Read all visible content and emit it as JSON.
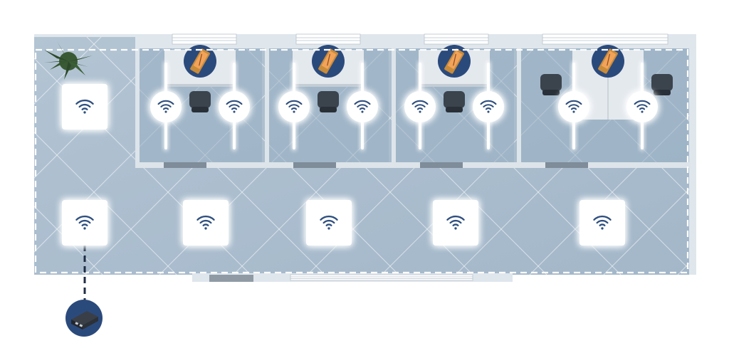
{
  "colors": {
    "floor": "#a9bccd",
    "wall": "#dde4ea",
    "window": "#ffffff",
    "glow": "#ffffff",
    "wifi_symbol": "#2f4f7f",
    "sensor_badge": "#2b4a7c",
    "sensor_screen": "#f2a35a",
    "plant": "#2c4a2a",
    "coverage_outline": "#ffffff"
  },
  "icons": {
    "access_point": "wifi-icon",
    "sensor": "sensor-device-icon",
    "gateway": "gateway-router-icon",
    "plant": "potted-plant-icon",
    "chair": "office-chair-icon"
  },
  "rooms": [
    {
      "id": "room-1"
    },
    {
      "id": "room-2"
    },
    {
      "id": "room-3"
    },
    {
      "id": "room-4"
    }
  ],
  "access_points": {
    "open_area": [
      {
        "id": "ap-corner"
      },
      {
        "id": "ap-1"
      },
      {
        "id": "ap-2"
      },
      {
        "id": "ap-3"
      },
      {
        "id": "ap-4"
      },
      {
        "id": "ap-5"
      }
    ],
    "room_pairs_per_room": 2
  },
  "connection": {
    "from": "ap-1",
    "to": "gateway",
    "style": "dashed"
  }
}
